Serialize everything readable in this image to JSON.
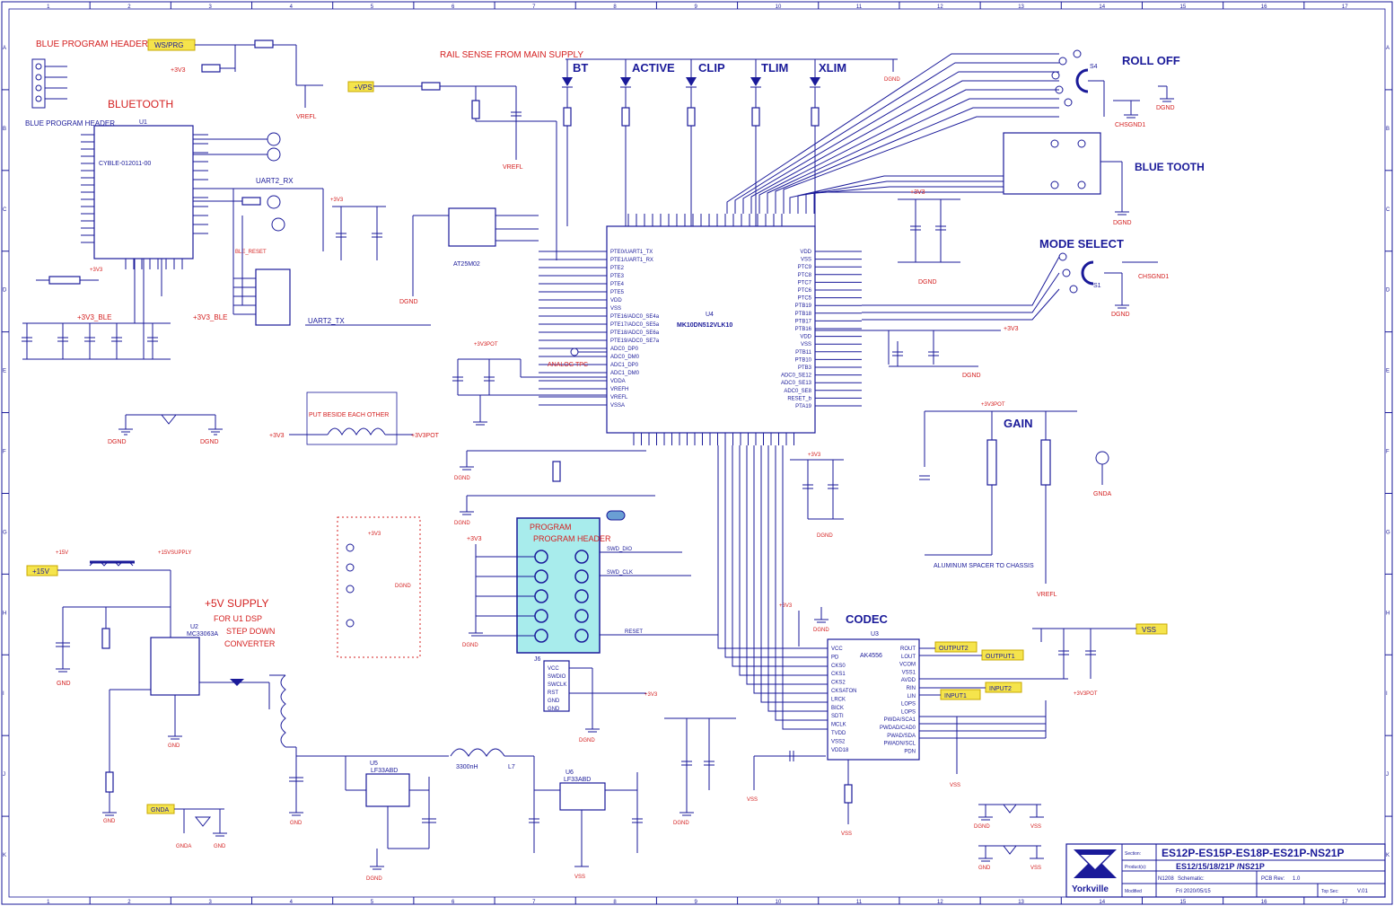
{
  "border": {
    "columns": [
      "1",
      "2",
      "3",
      "4",
      "5",
      "6",
      "7",
      "8",
      "9",
      "10",
      "11",
      "12",
      "13",
      "14",
      "15",
      "16",
      "17"
    ],
    "rows": [
      "A",
      "B",
      "C",
      "D",
      "E",
      "F",
      "G",
      "H",
      "I",
      "J",
      "K"
    ]
  },
  "headings": {
    "blue_program_header": "BLUE PROGRAM HEADER",
    "bluetooth": "BLUETOOTH",
    "blue_program_header_left": "BLUE PROGRAM HEADER",
    "rail_sense": "RAIL SENSE FROM MAIN SUPPLY",
    "bt": "BT",
    "active": "ACTIVE",
    "clip": "CLIP",
    "tlim": "TLIM",
    "xlim": "XLIM",
    "roll_off": "ROLL OFF",
    "blue_tooth": "BLUE TOOTH",
    "mode_select": "MODE SELECT",
    "gain": "GAIN",
    "program_header": "PROGRAM HEADER",
    "codec": "CODEC",
    "supply_line1": "+5V SUPPLY",
    "supply_line2": "FOR U1 DSP",
    "supply_line3": "STEP DOWN",
    "supply_line4": "CONVERTER",
    "put_beside": "PUT BESIDE EACH OTHER",
    "analog_tpc": "ANALOG TPC",
    "aluminum": "ALUMINUM SPACER TO CHASSIS"
  },
  "net_labels": {
    "ws_prg": "WS/PRG",
    "vps": "+VPS",
    "p15v": "+15V",
    "p15v_supply": "+15VSUPPLY",
    "p3v3": "+3V3",
    "p3v3_ble": "+3V3_BLE",
    "p3v3pot": "+3V3POT",
    "uart2_rx": "UART2_RX",
    "uart2_tx": "UART2_TX",
    "vrefl": "VREFL",
    "dgnd": "DGND",
    "gnd": "GND",
    "gnda": "GNDA",
    "vss": "VSS",
    "output1": "OUTPUT1",
    "output2": "OUTPUT2",
    "input1": "INPUT1",
    "input2": "INPUT2",
    "swd_dio": "SWD_DIO",
    "swd_clk": "SWD_CLK",
    "reset": "RESET",
    "chsgnd1": "CHSGND1",
    "ble_reset": "BLE_RESET"
  },
  "components": {
    "u4_name": "MK10DN512VLK10",
    "u4_ref": "U4",
    "u1_name": "CYBLE-012011-00",
    "u1_ref": "U1",
    "u2_name": "MC33063A",
    "u2_ref": "U2",
    "u3_ref": "U3",
    "u3_name": "AK4556",
    "u5_name": "LF33ABD",
    "u5_ref": "U5",
    "u6_name": "LF33ABD",
    "u6_ref": "U6",
    "eeprom_name": "AT25M02",
    "sw1": "S1",
    "sw4": "S4",
    "prog_ref": "J6",
    "l7_val": "3300nH",
    "l7_ref": "L7"
  },
  "u4_pins_left": [
    "PTE0/UART1_TX",
    "PTE1/UART1_RX",
    "PTE2",
    "PTE3",
    "PTE4",
    "PTE5",
    "VDD",
    "VSS",
    "PTE16/ADC0_SE4a",
    "PTE17/ADC0_SE5a",
    "PTE18/ADC0_SE6a",
    "PTE19/ADC0_SE7a",
    "ADC0_DP0",
    "ADC0_DM0",
    "ADC1_DP0",
    "ADC1_DM0",
    "VDDA",
    "VREFH",
    "VREFL",
    "VSSA"
  ],
  "u4_pins_right": [
    "VDD",
    "VSS",
    "PTC9",
    "PTC8",
    "PTC7",
    "PTC6",
    "PTC5",
    "PTB19",
    "PTB18",
    "PTB17",
    "PTB16",
    "VDD",
    "VSS",
    "PTB11",
    "PTB10",
    "PTB3",
    "ADC0_SE12",
    "ADC0_SE13",
    "ADC0_SE8",
    "RESET_b",
    "PTA19"
  ],
  "codec_pins_left": [
    "VCC",
    "PD",
    "CKS0",
    "CKS1",
    "CKS2",
    "CKSATON",
    "LRCK",
    "BICK",
    "SDTI",
    "MCLK",
    "TVDD",
    "VSS2",
    "VDD18"
  ],
  "codec_pins_right": [
    "ROUT",
    "LOUT",
    "VCOM",
    "VSS1",
    "AVDD",
    "RIN",
    "LIN",
    "LOPS",
    "LOPS",
    "PWDA/SCA1",
    "PWDAD/CAD0",
    "PWAD/SDA",
    "PWADN/SCL",
    "PDN"
  ],
  "prog_pins": [
    "VCC",
    "SWDIO",
    "SWCLK",
    "RST",
    "GND",
    "GND"
  ],
  "title_block": {
    "company": "Yorkville",
    "section_label": "Section:",
    "section": "ES12P-ES15P-ES18P-ES21P-NS21P",
    "products_label": "Product(s):",
    "products": "ES12/15/18/21P /NS21P",
    "file_label": "Schematic: ",
    "row3": "N1208",
    "sheet_label": "Top Sec: ",
    "sheet": "V.01",
    "pcb_label": "PCB Rev:",
    "pcb": "1.0",
    "drawn_label": "Modified",
    "drawn": "Fri 2020/05/15"
  }
}
